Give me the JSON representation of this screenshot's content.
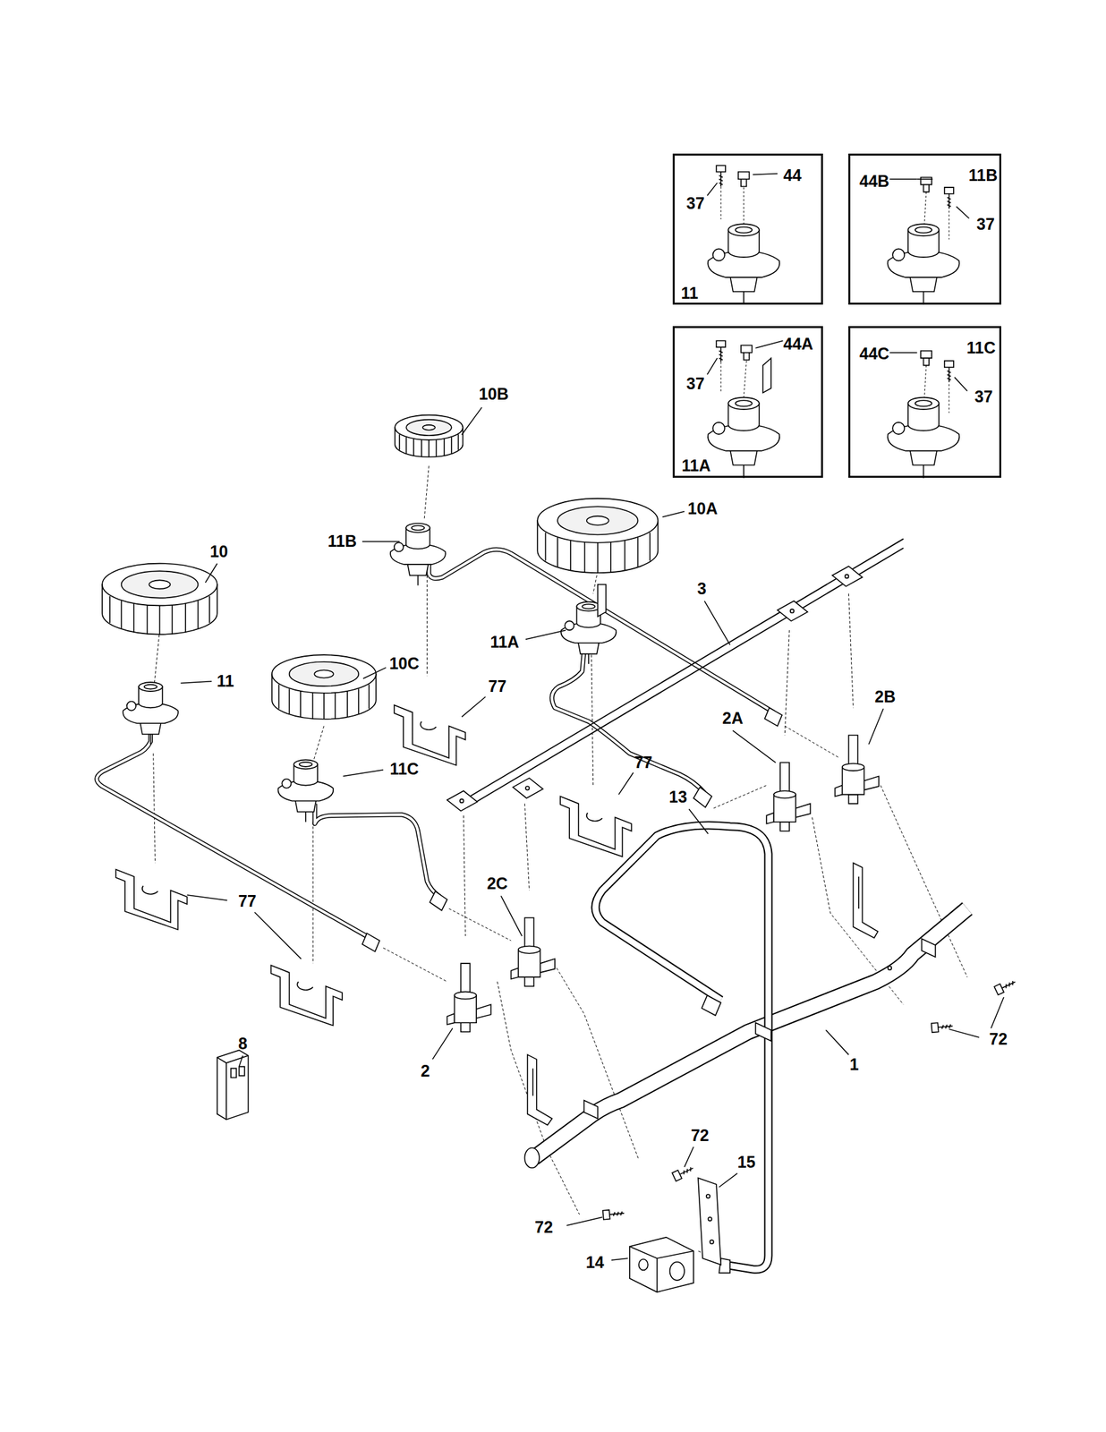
{
  "diagram": {
    "nodes": [
      {
        "text": [
          "44",
          "37",
          "11"
        ]
      },
      {
        "text": [
          "44B",
          "11B",
          "37"
        ]
      },
      {
        "text": [
          "44A",
          "37",
          "11A"
        ]
      },
      {
        "text": [
          "44C",
          "11C",
          "37"
        ]
      }
    ],
    "labels": [
      "10B",
      "10A",
      "11B",
      "10",
      "3",
      "11A",
      "10C",
      "11",
      "77",
      "2B",
      "2A",
      "77",
      "11C",
      "13",
      "2C",
      "77",
      "72",
      "8",
      "1",
      "2",
      "72",
      "15",
      "72",
      "14"
    ]
  }
}
